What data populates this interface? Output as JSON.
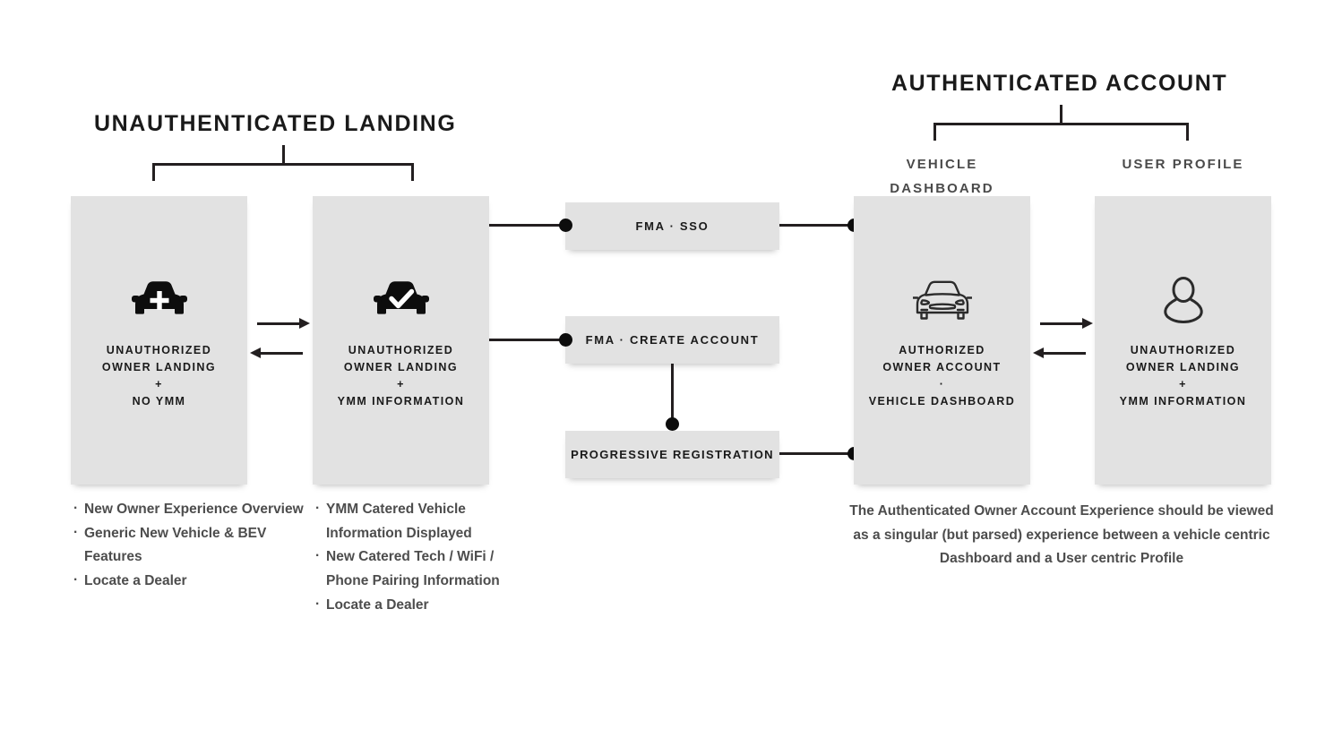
{
  "sections": {
    "unauthenticated": {
      "title": "UNAUTHENTICATED LANDING"
    },
    "authenticated": {
      "title": "AUTHENTICATED ACCOUNT",
      "sub_vehicle": "VEHICLE DASHBOARD",
      "sub_user": "USER PROFILE"
    }
  },
  "cards": {
    "no_ymm": {
      "icon": "car-plus-icon",
      "line1": "UNAUTHORIZED",
      "line2": "OWNER LANDING",
      "separator": "+",
      "line3": "NO YMM"
    },
    "ymm": {
      "icon": "car-check-icon",
      "line1": "UNAUTHORIZED",
      "line2": "OWNER LANDING",
      "separator": "+",
      "line3": "YMM INFORMATION"
    },
    "dashboard": {
      "icon": "car-outline-icon",
      "line1": "AUTHORIZED",
      "line2": "OWNER ACCOUNT",
      "separator": "·",
      "line3": "VEHICLE DASHBOARD"
    },
    "profile": {
      "icon": "user-outline-icon",
      "line1": "UNAUTHORIZED",
      "line2": "OWNER LANDING",
      "separator": "+",
      "line3": "YMM INFORMATION"
    }
  },
  "mid_boxes": {
    "sso": "FMA · SSO",
    "create_account": "FMA · CREATE ACCOUNT",
    "progressive_registration": "PROGRESSIVE REGISTRATION"
  },
  "notes": {
    "left": [
      "New Owner Experience Overview",
      "Generic New Vehicle & BEV Features",
      "Locate a Dealer"
    ],
    "middle": [
      "YMM Catered Vehicle Information Displayed",
      "New Catered Tech / WiFi / Phone Pairing Information",
      "Locate a Dealer"
    ],
    "authenticated_paragraph": "The Authenticated Owner Account Experience should be viewed as a singular (but parsed) experience between a vehicle centric Dashboard and a User centric Profile"
  },
  "colors": {
    "background": "#ffffff",
    "card_fill": "#e2e2e2",
    "ink": "#1a1a1a",
    "line": "#231f20",
    "note_text": "#4d4d4d",
    "subtitle_text": "#4a4a4a"
  }
}
